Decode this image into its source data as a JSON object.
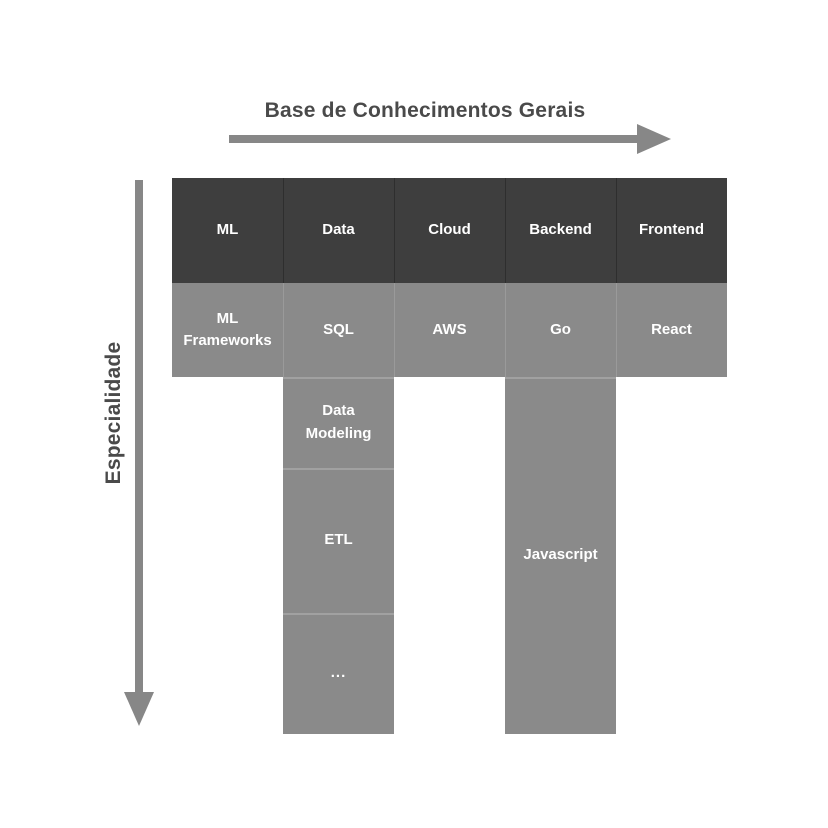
{
  "axes": {
    "horizontal": {
      "label": "Base de Conhecimentos Gerais"
    },
    "vertical": {
      "label": "Especialidade"
    }
  },
  "columns": [
    {
      "header": "ML",
      "cells": [
        "ML Frameworks"
      ]
    },
    {
      "header": "Data",
      "cells": [
        "SQL",
        "Data Modeling",
        "ETL",
        "..."
      ]
    },
    {
      "header": "Cloud",
      "cells": [
        "AWS"
      ]
    },
    {
      "header": "Backend",
      "cells": [
        "Go",
        "Javascript"
      ]
    },
    {
      "header": "Frontend",
      "cells": [
        "React"
      ]
    }
  ],
  "colors": {
    "canvas_bg": "#ffffff",
    "header_bg": "#3e3e3e",
    "cell_bg": "#8a8a8a",
    "arrow": "#878787",
    "axis_text": "#4a4a4a",
    "cell_text": "#ffffff"
  }
}
